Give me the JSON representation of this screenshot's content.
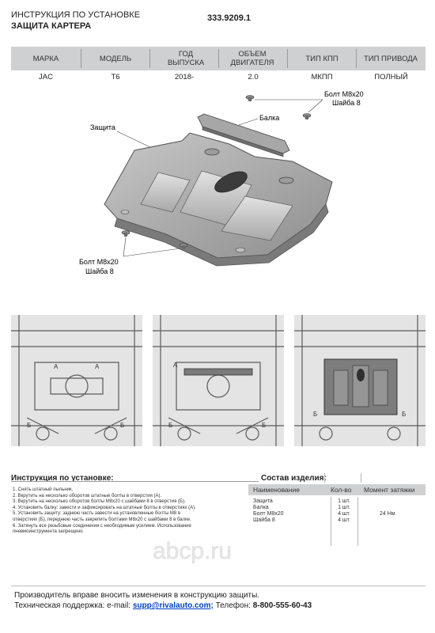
{
  "header": {
    "title_line1": "ИНСТРУКЦИЯ ПО УСТАНОВКЕ",
    "title_line2": "ЗАЩИТА КАРТЕРА",
    "part_number": "333.9209.1"
  },
  "spec_table": {
    "headers": [
      "МАРКА",
      "МОДЕЛЬ",
      "ГОД ВЫПУСКА",
      "ОБЪЕМ ДВИГАТЕЛЯ",
      "ТИП КПП",
      "ТИП ПРИВОДА"
    ],
    "row": [
      "JAC",
      "T6",
      "2018-",
      "2.0",
      "МКПП",
      "ПОЛНЫЙ"
    ]
  },
  "diagram": {
    "label_shield": "Защита",
    "label_beam": "Балка",
    "label_bolt_top": "Болт М8х20",
    "label_washer_top": "Шайба 8",
    "label_bolt_bottom": "Болт М8х20",
    "label_washer_bottom": "Шайба 8",
    "photo_markers": [
      "А",
      "А",
      "Б",
      "Б",
      "А",
      "Б",
      "Б",
      "Б",
      "Б"
    ]
  },
  "instructions": {
    "title": "Инструкция по установке:",
    "steps": [
      "1. Снять штатный пыльник.",
      "2. Вкрутить на несколько оборотов штатные болты в отверстия (А).",
      "3. Вкрутить на несколько оборотов болты М8х20 с шайбами 8 в отверстия (Б).",
      "4. Установить балку: завести и зафиксировать на штатные болты в отверстиях (А).",
      "5. Установить защиту: заднюю часть завести на установленные болты М8 в",
      "отверстиях (Б), переднюю часть закрепить болтами М8х20 с шайбами 8 в балке.",
      "6. Затянуть все резьбовые соединения с необходимым усилием. Использование",
      "пневмоинструмента запрещено."
    ]
  },
  "composition": {
    "title": "Состав изделия:",
    "headers": [
      "Наименование",
      "Кол-во",
      "Момент затяжки"
    ],
    "names": [
      "Защита",
      "Балка",
      "Болт М8х20",
      "Шайба 8"
    ],
    "qty": [
      "1 шт.",
      "1 шт.",
      "4 шт.",
      "4 шт."
    ],
    "torque": "24 Нм"
  },
  "watermark": "abcp.ru",
  "footer": {
    "line1": "Производитель вправе вносить изменения в конструкцию защиты.",
    "support_label": "Техническая поддержка:  e-mail: ",
    "email": "supp@rivalauto.com;",
    "phone_label": " Телефон: ",
    "phone": "8-800-555-60-43"
  },
  "colors": {
    "table_header_bg": "#cfd0d2",
    "email_link": "#0040c0",
    "shield_gray": "#9a9a9a"
  }
}
